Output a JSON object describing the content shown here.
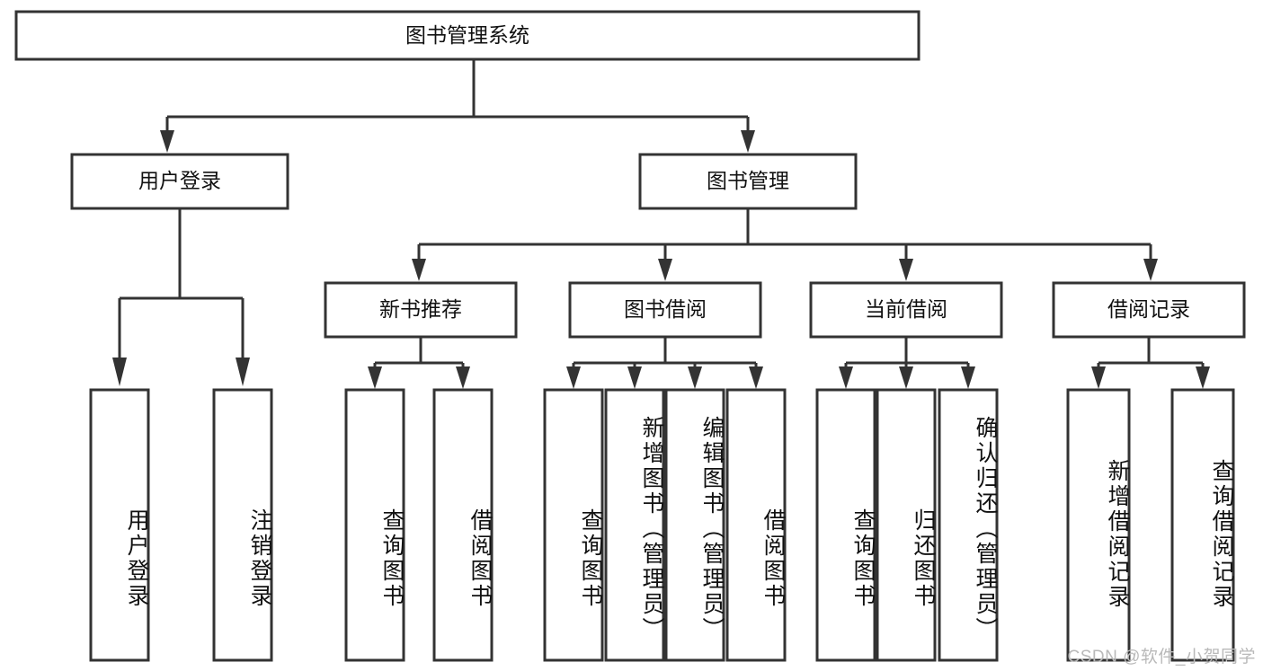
{
  "diagram": {
    "title": "图书管理系统",
    "watermark": "CSDN @软件_小贺同学",
    "colors": {
      "stroke": "#333333",
      "box_fill": "#ffffff",
      "text": "#111111",
      "watermark": "#b9b9b9",
      "background": "#ffffff"
    },
    "root": {
      "label": "图书管理系统"
    },
    "level2": [
      {
        "label": "用户登录"
      },
      {
        "label": "图书管理"
      }
    ],
    "level3": [
      {
        "label": "新书推荐",
        "parent": "图书管理"
      },
      {
        "label": "图书借阅",
        "parent": "图书管理"
      },
      {
        "label": "当前借阅",
        "parent": "图书管理"
      },
      {
        "label": "借阅记录",
        "parent": "图书管理"
      }
    ],
    "leaves": {
      "user_login": [
        {
          "label": "用户登录"
        },
        {
          "label": "注销登录"
        }
      ],
      "new_book_rec": [
        {
          "label": "查询图书"
        },
        {
          "label": "借阅图书"
        }
      ],
      "book_borrow": [
        {
          "label": "查询图书"
        },
        {
          "label": "新增图书（管理员）"
        },
        {
          "label": "编辑图书（管理员）"
        },
        {
          "label": "借阅图书"
        }
      ],
      "current_borrow": [
        {
          "label": "查询图书"
        },
        {
          "label": "归还图书"
        },
        {
          "label": "确认归还（管理员）"
        }
      ],
      "borrow_records": [
        {
          "label": "新增借阅记录"
        },
        {
          "label": "查询借阅记录"
        }
      ]
    }
  }
}
